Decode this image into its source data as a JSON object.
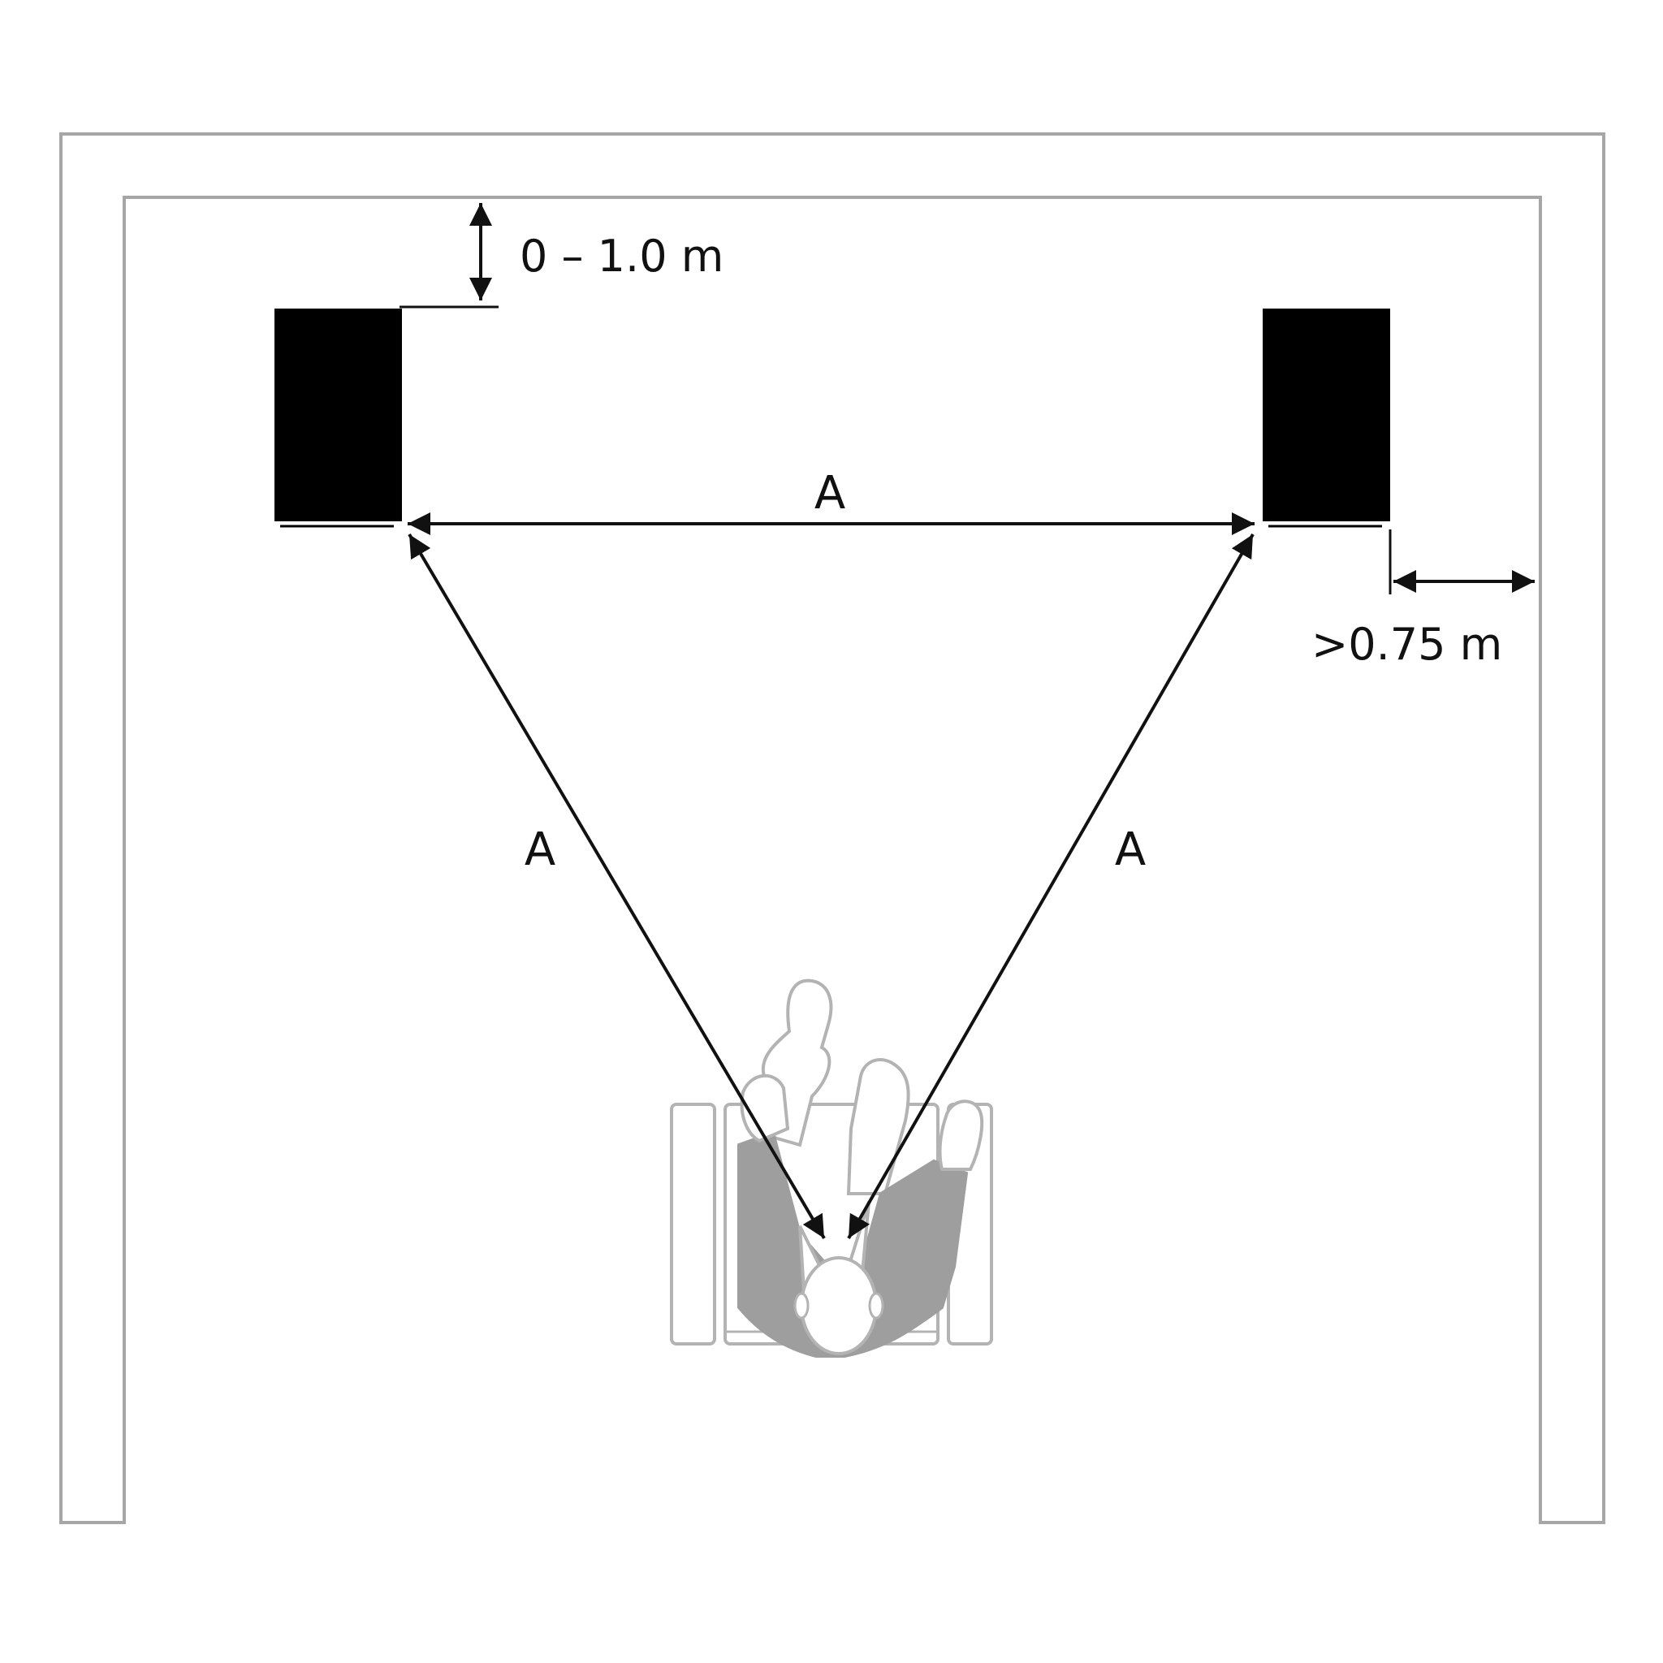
{
  "labels": {
    "front_distance": "0 – 1.0 m",
    "side_distance": ">0.75 m",
    "speaker_spacing": "A",
    "left_listening_distance": "A",
    "right_listening_distance": "A"
  },
  "colors": {
    "wall": "#a6a6a6",
    "speaker": "#000000",
    "arrow": "#111111",
    "listener_outline": "#b3b3b3",
    "listener_fill": "#9e9e9e"
  }
}
